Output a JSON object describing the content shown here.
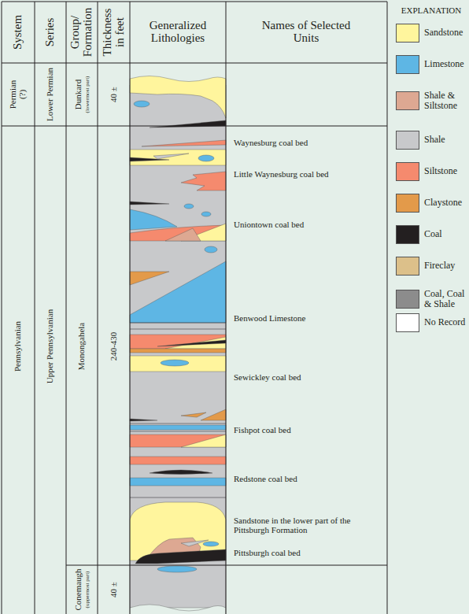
{
  "diagram": {
    "labels": [
      "System",
      "Series",
      "Group/ Formation",
      "Thickness in feet",
      "Generalized Lithologies",
      "Names of Selected Units",
      "Permian (?)",
      "Lower Permian",
      "Dunkard",
      "(lowermost part)",
      "40 ±",
      "Pennsylvanian",
      "Upper Pennsylvanian",
      "Monongahela",
      "240-430",
      "Waynesburg coal bed",
      "Little Waynesburg coal bed",
      "Uniontown coal bed",
      "Benwood Limestone",
      "Sewickley coal bed",
      "Fishpot coal bed",
      "Redstone coal bed",
      "Sandstone in the lower part of the Pittsburgh Formation",
      "Pittsburgh coal bed",
      "Conemaugh",
      "(uppermost part)",
      "40 ±",
      "EXPLANATION"
    ],
    "legend": [
      {
        "text": "Sandstone",
        "color": "#fff59d"
      },
      {
        "text": "Limestone",
        "color": "#5eb6e4"
      },
      {
        "text": "Shale & Siltstone",
        "color": "#dda892"
      },
      {
        "text": "Shale",
        "color": "#c8c9cb"
      },
      {
        "text": "Siltstone",
        "color": "#f58a6e"
      },
      {
        "text": "Claystone",
        "color": "#e39a4a"
      },
      {
        "text": "Coal",
        "color": "#231f20"
      },
      {
        "text": "Fireclay",
        "color": "#dcc08a"
      },
      {
        "text": "Coal, Coal & Shale",
        "color": "#8c8c8c"
      },
      {
        "text": "No Record",
        "color": "#ffffff"
      }
    ]
  }
}
